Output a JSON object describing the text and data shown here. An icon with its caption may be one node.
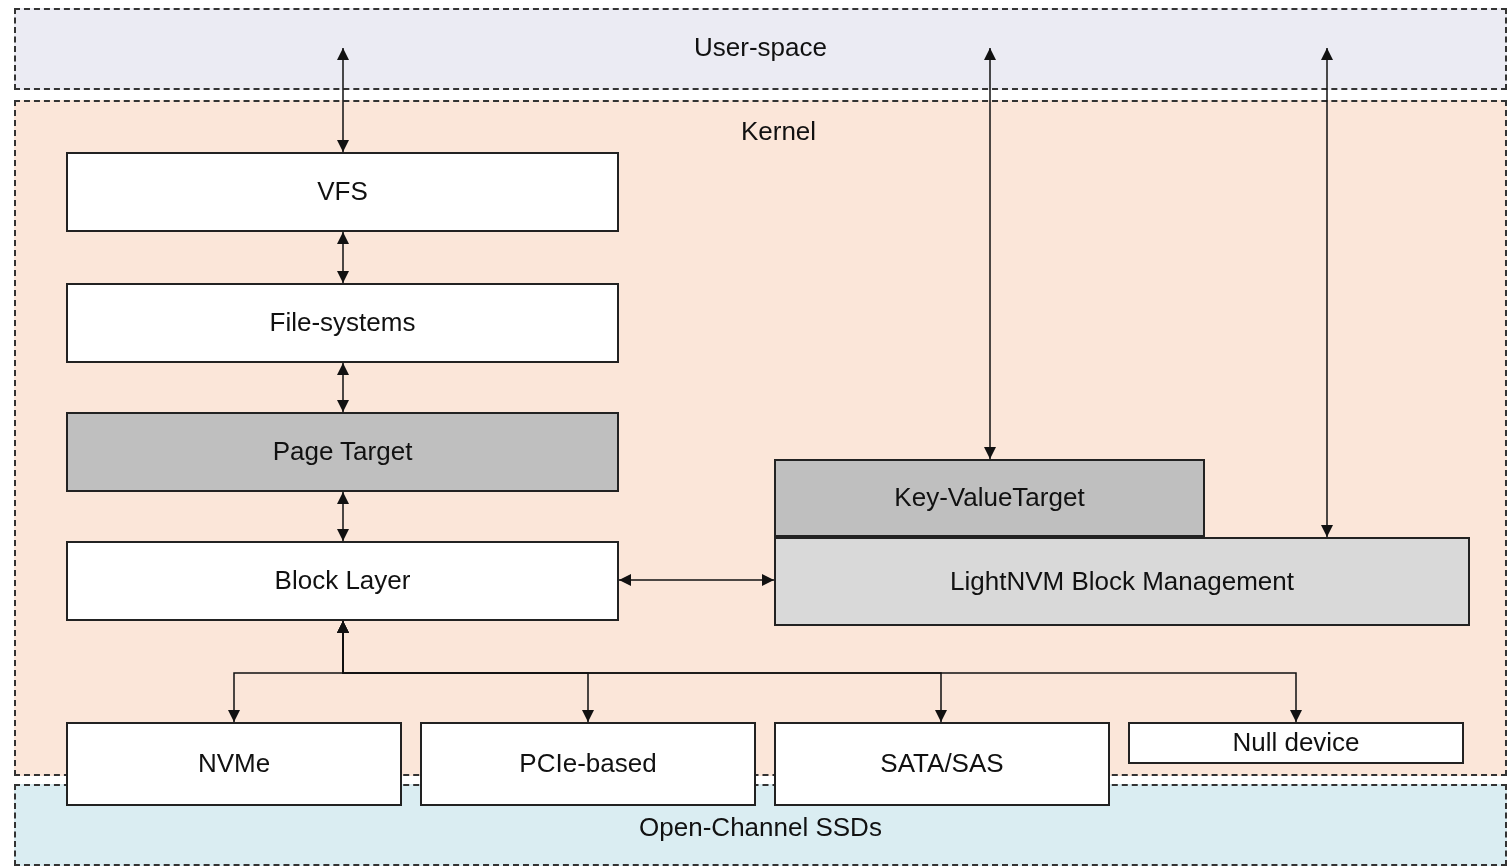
{
  "diagram": {
    "nodes": [
      {
        "text": [
          "User-space"
        ]
      },
      {
        "text": [
          "Kernel"
        ]
      },
      {
        "text": [
          "Open-Channel SSDs"
        ]
      },
      {
        "text": [
          "VFS"
        ],
        "in": 1
      },
      {
        "text": [
          "File-systems"
        ],
        "in": 1
      },
      {
        "text": [
          "Page Target"
        ],
        "in": 1
      },
      {
        "text": [
          "Block Layer"
        ],
        "in": 1
      },
      {
        "text": [
          "Key-ValueTarget"
        ],
        "in": 1
      },
      {
        "text": [
          "LightNVM Block Management"
        ],
        "in": 1
      },
      {
        "text": [
          "NVMe"
        ]
      },
      {
        "text": [
          "PCIe-based"
        ]
      },
      {
        "text": [
          "SATA/SAS"
        ]
      },
      {
        "text": [
          "Null device"
        ],
        "in": 1
      }
    ],
    "edges": [
      {
        "from": 0,
        "to": 3,
        "arrow": "both"
      },
      {
        "from": 3,
        "to": 4,
        "arrow": "both"
      },
      {
        "from": 4,
        "to": 5,
        "arrow": "both"
      },
      {
        "from": 5,
        "to": 6,
        "arrow": "both"
      },
      {
        "from": 6,
        "to": 8,
        "arrow": "both"
      },
      {
        "from": 0,
        "to": 7,
        "arrow": "both"
      },
      {
        "from": 0,
        "to": 8,
        "arrow": "both"
      },
      {
        "from": 6,
        "to": 9,
        "arrow": "both"
      },
      {
        "from": 6,
        "to": 10,
        "arrow": "both"
      },
      {
        "from": 6,
        "to": 11,
        "arrow": "both"
      },
      {
        "from": 6,
        "to": 12,
        "arrow": "both"
      }
    ]
  }
}
